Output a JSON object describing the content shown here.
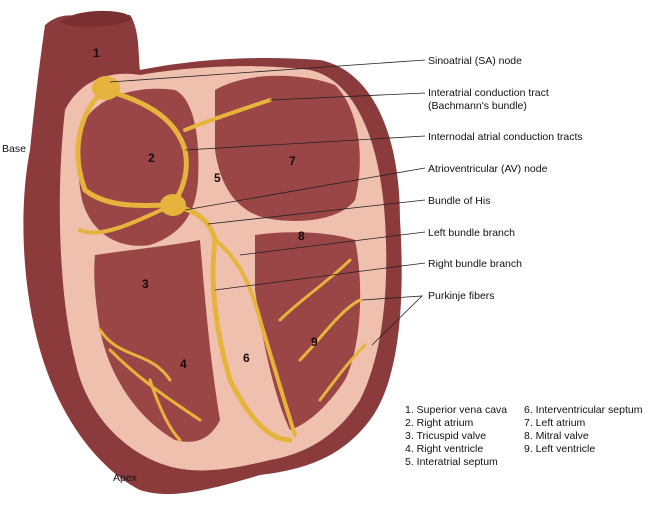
{
  "labels": {
    "sa_node": "Sinoatrial (SA) node",
    "interatrial_tract_1": "Interatrial conduction tract",
    "interatrial_tract_2": "(Bachmann's bundle)",
    "internodal": "Internodal atrial conduction tracts",
    "av_node": "Atrioventricular (AV) node",
    "bundle_his": "Bundle of His",
    "left_bundle": "Left bundle branch",
    "right_bundle": "Right bundle branch",
    "purkinje": "Purkinje fibers",
    "base": "Base",
    "apex": "Apex"
  },
  "numbers": [
    "1",
    "2",
    "3",
    "4",
    "5",
    "6",
    "7",
    "8",
    "9"
  ],
  "legend": [
    "1. Superior vena cava",
    "2. Right atrium",
    "3. Tricuspid valve",
    "4. Right ventricle",
    "5. Interatrial septum",
    "6. Interventricular septum",
    "7. Left atrium",
    "8. Mitral valve",
    "9. Left ventricle"
  ],
  "colors": {
    "outer_wall": "#8c3b3c",
    "cut_surface": "#efc0ae",
    "chamber": "#9a4646",
    "conduction": "#e6b43c"
  }
}
